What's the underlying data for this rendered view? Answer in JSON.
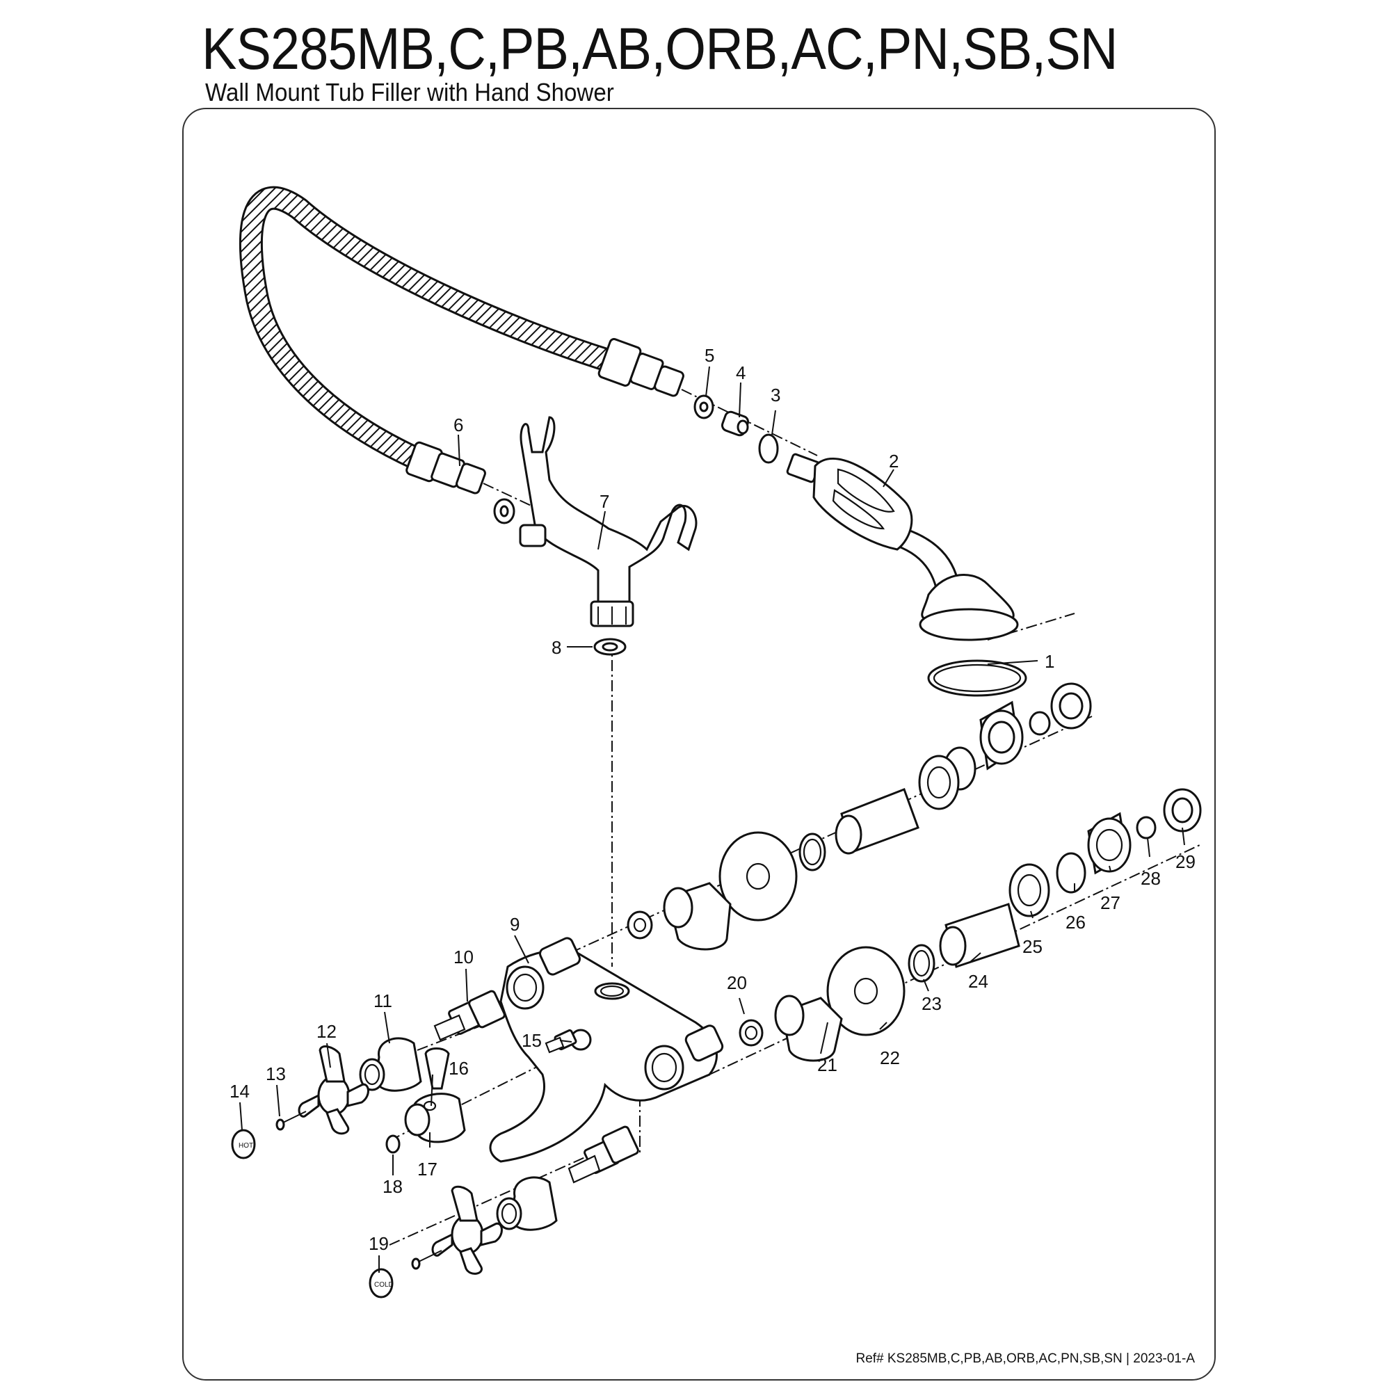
{
  "header": {
    "model": "KS285MB,C,PB,AB,ORB,AC,PN,SB,SN",
    "subtitle": "Wall Mount Tub Filler with Hand Shower"
  },
  "footer": {
    "reference": "Ref# KS285MB,C,PB,AB,ORB,AC,PN,SB,SN | 2023-01-A"
  },
  "callouts": [
    "1",
    "2",
    "3",
    "4",
    "5",
    "6",
    "7",
    "8",
    "9",
    "10",
    "11",
    "12",
    "13",
    "14",
    "15",
    "16",
    "17",
    "18",
    "19",
    "20",
    "21",
    "22",
    "23",
    "24",
    "25",
    "26",
    "27",
    "28",
    "29"
  ],
  "cap_labels": {
    "hot": "HOT",
    "cold": "COLD"
  }
}
